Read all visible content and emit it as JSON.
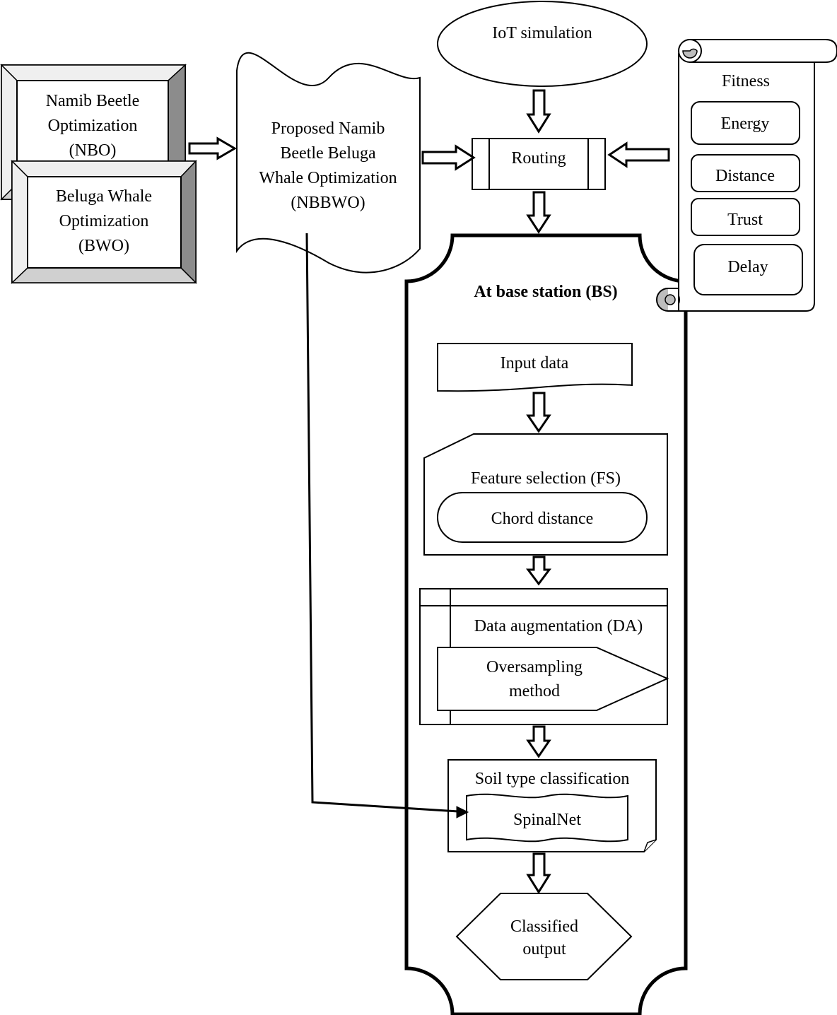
{
  "nodes": {
    "nbo": {
      "lines": [
        "Namib Beetle",
        "Optimization",
        "(NBO)"
      ]
    },
    "bwo": {
      "lines": [
        "Beluga Whale",
        "Optimization",
        "(BWO)"
      ]
    },
    "nbbwo": {
      "lines": [
        "Proposed Namib",
        "Beetle Beluga",
        "Whale Optimization",
        "(NBBWO)"
      ]
    },
    "iot": {
      "label": "IoT simulation"
    },
    "routing": {
      "label": "Routing"
    },
    "fitness": {
      "title": "Fitness",
      "items": [
        "Energy",
        "Distance",
        "Trust",
        "Delay"
      ]
    },
    "base_station": {
      "label": "At base station (BS)"
    },
    "input_data": {
      "label": "Input data"
    },
    "feature_selection": {
      "label": "Feature selection (FS)",
      "method": "Chord distance"
    },
    "data_augmentation": {
      "label": "Data augmentation (DA)",
      "method_lines": [
        "Oversampling",
        "method"
      ]
    },
    "soil_classification": {
      "label": "Soil type classification",
      "method": "SpinalNet"
    },
    "output": {
      "lines": [
        "Classified",
        "output"
      ]
    }
  },
  "colors": {
    "stroke": "#000000",
    "bevel_dark": "#8c8c8c",
    "bevel_light": "#d0d0d0",
    "scroll_gray": "#bdbdbd"
  }
}
